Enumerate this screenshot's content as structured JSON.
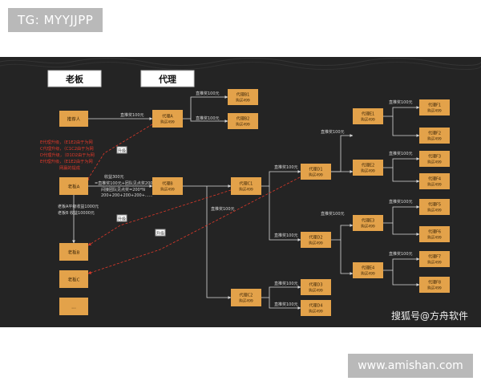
{
  "tg_label": "TG: MYYJJPP",
  "site_label": "www.amishan.com",
  "watermark": "搜狐号@方舟软件",
  "headers": {
    "boss": "老板",
    "agent": "代理"
  },
  "nodes": {
    "referrer_a": "推荐人",
    "boss_a": "老板A",
    "boss_b": "老板B",
    "boss_c": "老板C",
    "boss_more": "...",
    "agent_a": {
      "line1": "代理A",
      "line2": "购买499"
    },
    "agent_b": {
      "line1": "代理B",
      "line2": "购买499"
    },
    "agent_b1": {
      "line1": "代理B1",
      "line2": "购买499"
    },
    "agent_b2": {
      "line1": "代理B2",
      "line2": "购买499"
    },
    "agent_c1": {
      "line1": "代理C1",
      "line2": "购买499"
    },
    "agent_c2": {
      "line1": "代理C2",
      "line2": "购买499"
    },
    "agent_d1": {
      "line1": "代理D1",
      "line2": "购买499"
    },
    "agent_d2": {
      "line1": "代理D2",
      "line2": "购买499"
    },
    "agent_d3": {
      "line1": "代理D3",
      "line2": "购买499"
    },
    "agent_d4": {
      "line1": "代理D4",
      "line2": "购买499"
    },
    "agent_e1": {
      "line1": "代理E1",
      "line2": "购买499"
    },
    "agent_e2": {
      "line1": "代理E2",
      "line2": "购买499"
    },
    "agent_e3": {
      "line1": "代理E3",
      "line2": "购买499"
    },
    "agent_e4": {
      "line1": "代理E4",
      "line2": "购买499"
    },
    "agent_f1": {
      "line1": "代理F1",
      "line2": "购买499"
    },
    "agent_f2": {
      "line1": "代理F2",
      "line2": "购买499"
    },
    "agent_f3": {
      "line1": "代理F3",
      "line2": "购买499"
    },
    "agent_f4": {
      "line1": "代理F4",
      "line2": "购买499"
    },
    "agent_f5": {
      "line1": "代理F5",
      "line2": "购买499"
    },
    "agent_f6": {
      "line1": "代理F6",
      "line2": "购买499"
    },
    "agent_f7": {
      "line1": "代理F7",
      "line2": "购买499"
    },
    "agent_f8": {
      "line1": "代理F8",
      "line2": "购买499"
    }
  },
  "edge_label": "直推奖100元",
  "upgrade_label": "升级",
  "red_notes": [
    "E代理升级，（E1E2由于为网",
    "C代理升级，（C1C2由于为网",
    "D代理升级，（D1D2由于为网",
    "E代理升级，（E1E2由于为网",
    "网赢的提成"
  ],
  "income_lines": [
    "收益300元",
    "=直推奖100元+团队见点奖200元",
    "间接团队见点奖=200*N",
    "200+200+200+200+......"
  ],
  "boss_totals": [
    "老板A平级收益1000元",
    "老板B    收益10000元"
  ],
  "colors": {
    "panel": "#242424",
    "box": "#e3a24a",
    "box_text": "#3a2508",
    "line": "#d8d8d8",
    "red": "#e0392a",
    "header_box": "#ffffff"
  }
}
